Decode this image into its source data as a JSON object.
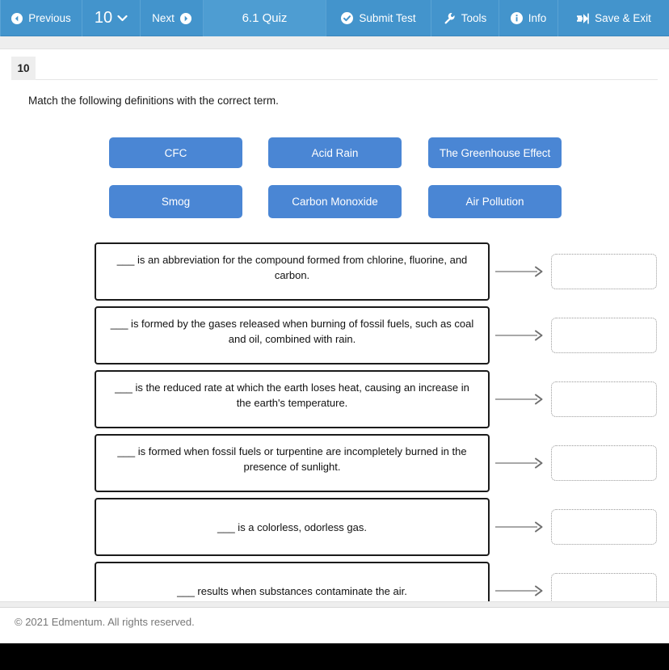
{
  "toolbar": {
    "previous_label": "Previous",
    "previous_icon": "arrow-left-circle-icon",
    "question_number": "10",
    "question_dropdown_icon": "chevron-down-icon",
    "next_label": "Next",
    "next_icon": "arrow-right-circle-icon",
    "title": "6.1 Quiz",
    "submit_label": "Submit Test",
    "submit_icon": "check-circle-icon",
    "tools_label": "Tools",
    "tools_icon": "wrench-icon",
    "info_label": "Info",
    "info_icon": "info-circle-icon",
    "save_exit_label": "Save & Exit",
    "save_exit_icon": "exit-arrow-icon",
    "background_color": "#4394cc",
    "active_background_color": "#4e9dd2"
  },
  "question": {
    "number_badge": "10",
    "prompt": "Match the following definitions with the correct term."
  },
  "terms": {
    "tile_color": "#4a86d4",
    "rows": [
      [
        "CFC",
        "Acid Rain",
        "The Greenhouse Effect"
      ],
      [
        "Smog",
        "Carbon Monoxide",
        "Air Pollution"
      ]
    ]
  },
  "matches": [
    {
      "definition": "___ is an abbreviation for the compound formed from chlorine, fluorine, and carbon.",
      "answer": ""
    },
    {
      "definition": "___ is formed by the gases released when burning of fossil fuels, such as coal and oil, combined with rain.",
      "answer": ""
    },
    {
      "definition": "___ is the reduced rate at which the earth loses heat, causing an increase in the earth's temperature.",
      "answer": ""
    },
    {
      "definition": "___ is formed when fossil fuels or turpentine are incompletely burned in the presence of sunlight.",
      "answer": ""
    },
    {
      "definition": "___ is a colorless, odorless gas.",
      "answer": ""
    },
    {
      "definition": "___ results when substances contaminate the air.",
      "answer": ""
    }
  ],
  "footer": {
    "copyright": "© 2021 Edmentum. All rights reserved."
  }
}
